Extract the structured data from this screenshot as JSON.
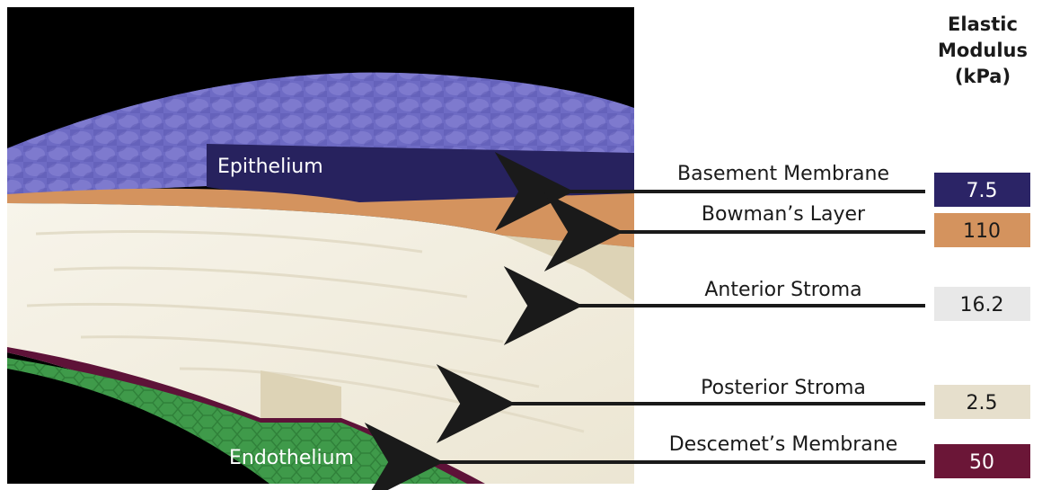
{
  "modulus_header": [
    "Elastic",
    "Modulus",
    "(kPa)"
  ],
  "layers": [
    {
      "name": "Epithelium"
    },
    {
      "name": "Endothelium"
    }
  ],
  "callouts": [
    {
      "label": "Basement Membrane",
      "value": "7.5",
      "color": "#2b2466",
      "text_color": "#ffffff"
    },
    {
      "label": "Bowman’s Layer",
      "value": "110",
      "color": "#d4935e",
      "text_color": "#1a1a1a"
    },
    {
      "label": "Anterior Stroma",
      "value": "16.2",
      "color": "#e8e8e8",
      "text_color": "#1a1a1a"
    },
    {
      "label": "Posterior Stroma",
      "value": "2.5",
      "color": "#e6dfcc",
      "text_color": "#1a1a1a"
    },
    {
      "label": "Descemet’s Membrane",
      "value": "50",
      "color": "#6b1637",
      "text_color": "#ffffff"
    }
  ],
  "colors": {
    "background": "#000000",
    "epithelium": "#6e6bc4",
    "basement_membrane": "#27225e",
    "bowmans_layer": "#d4935e",
    "stroma": "#f5f1e4",
    "posterior_stroma_cut": "#ddd3b6",
    "descemets_membrane": "#5e1238",
    "endothelium": "#3f9a4a"
  }
}
